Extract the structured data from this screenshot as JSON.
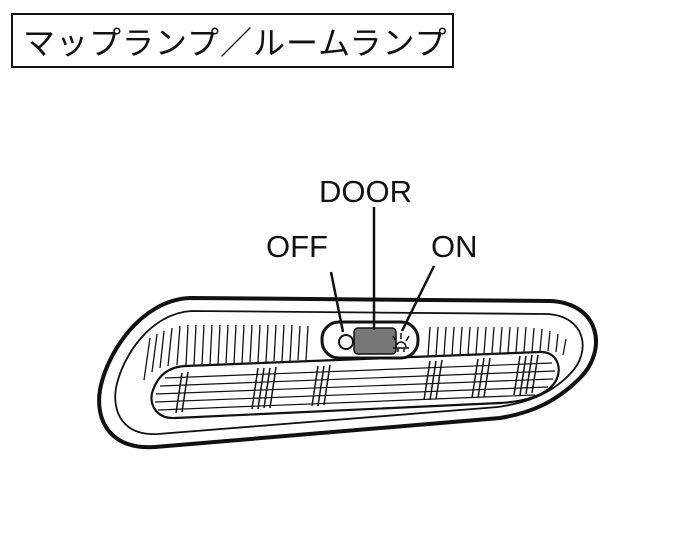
{
  "title": "マップランプ／ルームランプ",
  "switch_positions": {
    "off": "OFF",
    "door": "DOOR",
    "on": "ON"
  },
  "colors": {
    "line": "#111111",
    "background": "#ffffff"
  }
}
